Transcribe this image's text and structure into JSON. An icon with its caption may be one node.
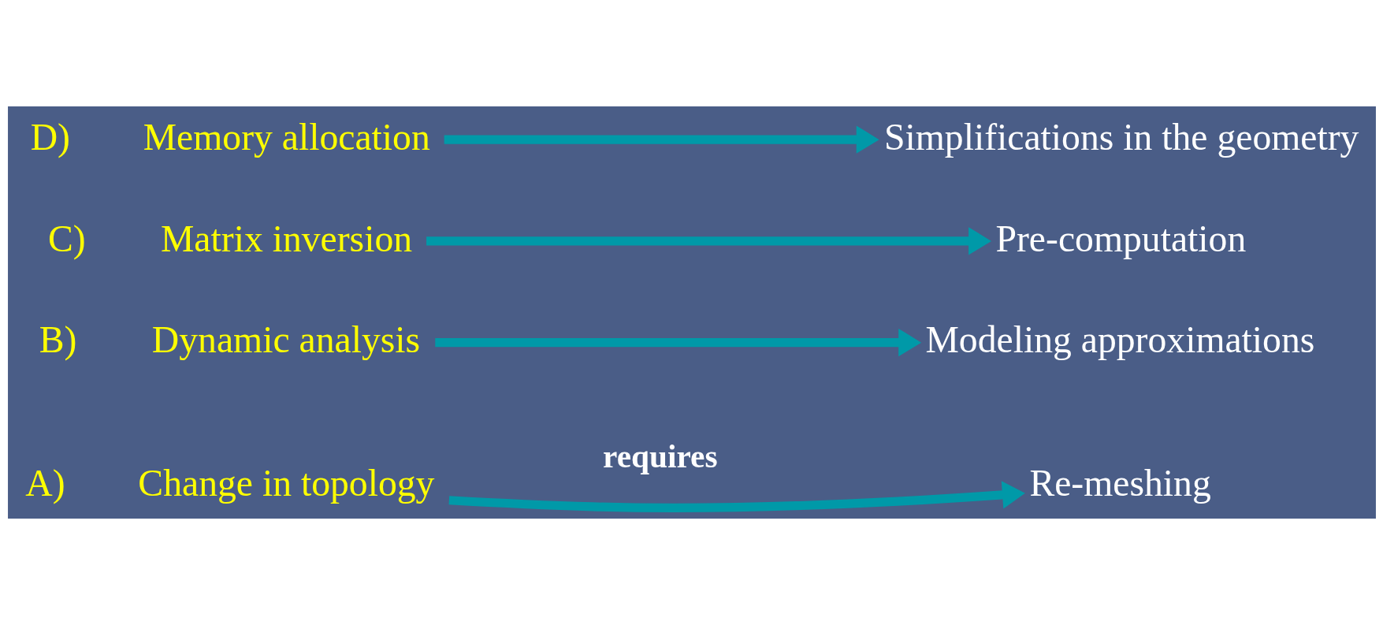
{
  "diagram": {
    "nodes": [
      {
        "text": [
          "Change in topology"
        ],
        "beside": [
          "A)"
        ]
      },
      {
        "text": [
          "Re-meshing"
        ]
      },
      {
        "text": [
          "Dynamic analysis"
        ],
        "beside": [
          "B)"
        ]
      },
      {
        "text": [
          "Modeling approximations"
        ]
      },
      {
        "text": [
          "Matrix inversion"
        ],
        "beside": [
          "C)"
        ]
      },
      {
        "text": [
          "Pre-computation"
        ]
      },
      {
        "text": [
          "Memory allocation"
        ],
        "beside": [
          "D)"
        ]
      },
      {
        "text": [
          "Simplifications in the geometry"
        ]
      }
    ],
    "edges": [
      {
        "from": 0,
        "to": 1,
        "arrow": "to"
      },
      {
        "from": 2,
        "to": 3,
        "arrow": "to"
      },
      {
        "from": 4,
        "to": 5,
        "arrow": "to"
      },
      {
        "from": 6,
        "to": 7,
        "arrow": "to"
      }
    ],
    "labels": [
      "requires"
    ]
  }
}
